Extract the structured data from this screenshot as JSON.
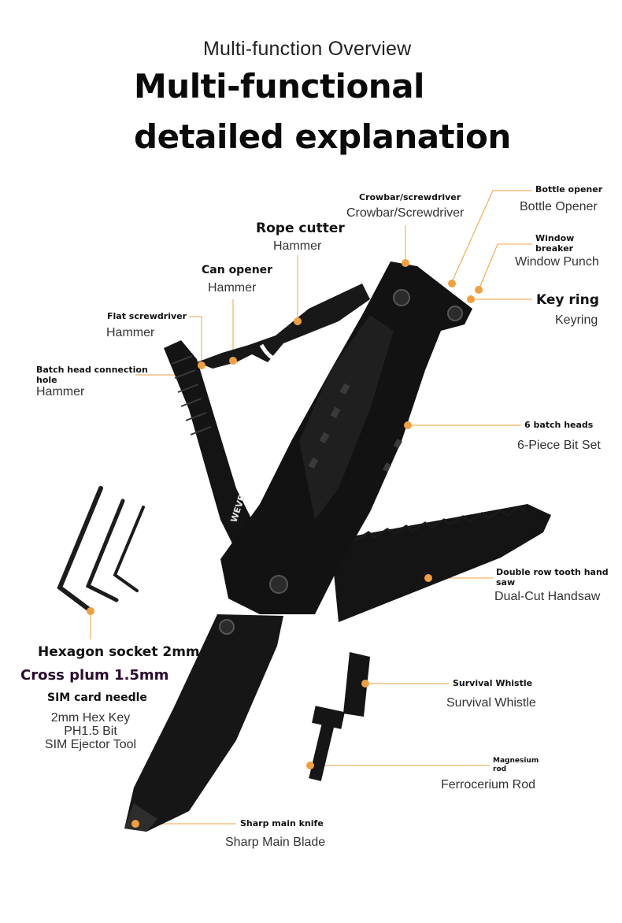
{
  "header": {
    "subtitle": "Multi-function Overview",
    "title_line1": "Multi-functional",
    "title_line2": "detailed explanation"
  },
  "brand": {
    "logo_text": "WEVE"
  },
  "colors": {
    "accent": "#f0a040",
    "tool": "#151515",
    "text": "#111111"
  },
  "callouts": {
    "crowbar": {
      "label": "Crowbar/screwdriver",
      "sub": "Crowbar/Screwdriver"
    },
    "bottle_opener": {
      "label": "Bottle opener",
      "sub": "Bottle Opener"
    },
    "window_breaker": {
      "label_line1": "Window",
      "label_line2": "breaker",
      "sub": "Window Punch"
    },
    "rope_cutter": {
      "label": "Rope cutter",
      "sub": "Hammer"
    },
    "can_opener": {
      "label": "Can opener",
      "sub": "Hammer"
    },
    "key_ring": {
      "label": "Key ring",
      "sub": "Keyring"
    },
    "flat_screwdriver": {
      "label": "Flat screwdriver",
      "sub": "Hammer"
    },
    "batch_head_hole": {
      "label_line1": "Batch head connection",
      "label_line2": "hole",
      "sub": "Hammer"
    },
    "batch_heads": {
      "label": "6 batch heads",
      "sub": "6-Piece Bit Set"
    },
    "hand_saw": {
      "label_line1": "Double row tooth hand",
      "label_line2": "saw",
      "sub": "Dual-Cut Handsaw"
    },
    "hex_socket": {
      "label": "Hexagon socket 2mm"
    },
    "cross_plum": {
      "label": "Cross plum 1.5mm"
    },
    "sim_needle": {
      "label": "SIM card needle"
    },
    "hex_sub": {
      "line1": "2mm Hex Key",
      "line2": "PH1.5 Bit",
      "line3": "SIM Ejector Tool"
    },
    "whistle": {
      "label": "Survival Whistle",
      "sub": "Survival Whistle"
    },
    "magnesium": {
      "label_line1": "Magnesium",
      "label_line2": "rod",
      "sub": "Ferrocerium Rod"
    },
    "main_knife": {
      "label": "Sharp main knife",
      "sub": "Sharp Main Blade"
    }
  }
}
